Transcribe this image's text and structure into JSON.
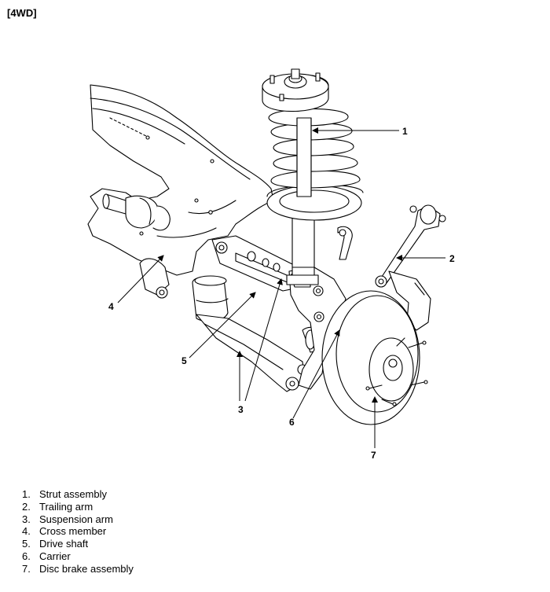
{
  "title": "[4WD]",
  "callouts": [
    "1",
    "2",
    "3",
    "4",
    "5",
    "6",
    "7"
  ],
  "legend": [
    {
      "num": "1.",
      "label": "Strut assembly"
    },
    {
      "num": "2.",
      "label": "Trailing arm"
    },
    {
      "num": "3.",
      "label": "Suspension arm"
    },
    {
      "num": "4.",
      "label": "Cross member"
    },
    {
      "num": "5.",
      "label": "Drive shaft"
    },
    {
      "num": "6.",
      "label": "Carrier"
    },
    {
      "num": "7.",
      "label": "Disc brake assembly"
    }
  ]
}
